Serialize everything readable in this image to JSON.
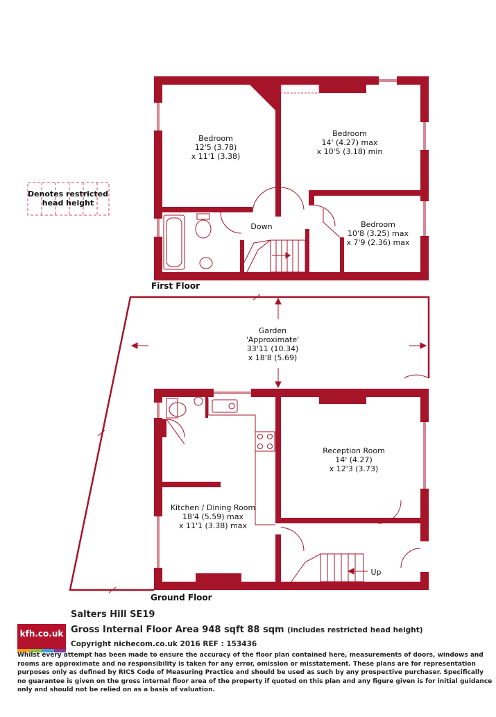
{
  "colors": {
    "wall": "#a6142a",
    "ink": "#111111"
  },
  "legend": {
    "text_line1": "Denotes restricted",
    "text_line2": "head height"
  },
  "first_floor": {
    "label": "First Floor",
    "bedroom1": {
      "name": "Bedroom",
      "dim1": "12'5 (3.78)",
      "dim2": "x 11'1 (3.38)"
    },
    "bedroom2": {
      "name": "Bedroom",
      "dim1": "14' (4.27) max",
      "dim2": "x 10'5 (3.18) min"
    },
    "bedroom3": {
      "name": "Bedroom",
      "dim1": "10'8 (3.25) max",
      "dim2": "x 7'9 (2.36) max"
    },
    "stairs_label": "Down"
  },
  "garden": {
    "name": "Garden",
    "note": "'Approximate'",
    "dim1": "33'11 (10.34)",
    "dim2": "x 18'8 (5.69)"
  },
  "ground_floor": {
    "label": "Ground Floor",
    "reception": {
      "name": "Reception Room",
      "dim1": "14' (4.27)",
      "dim2": "x 12'3 (3.73)"
    },
    "kitchen": {
      "name": "Kitchen / Dining Room",
      "dim1": "18'4 (5.59) max",
      "dim2": "x 11'1 (3.38) max"
    },
    "stairs_label": "Up"
  },
  "footer": {
    "logo_text": "kfh.co.uk",
    "address": "Salters Hill  SE19",
    "gia": "Gross Internal Floor Area 948 sqft 88 sqm",
    "gia_note": "(includes restricted head height)",
    "copyright": "Copyright nichecom.co.uk 2016 REF : 153436",
    "disclaimer": "Whilst every attempt has been made to ensure the accuracy of the floor plan contained here, measurements of doors, windows and rooms are approximate and no responsibility is taken for any error, omission or misstatement.  These plans are for representation purposes only as defined by RICS Code of Measuring Practice and should be used as such by any prospective purchaser.  Specifically no guarantee is given on the gross internal floor area of the property if quoted on this plan and any figure given is for initial guidance only and should not be relied on as a basis of valuation."
  }
}
